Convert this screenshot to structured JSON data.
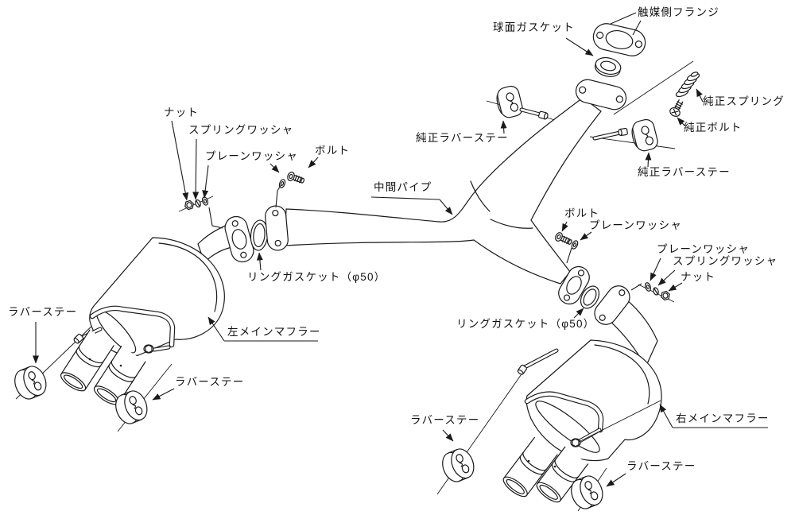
{
  "colors": {
    "line": "#1a1a1a",
    "background": "#ffffff"
  },
  "labels": {
    "spherical_gasket": "球面ガスケット",
    "catalyst_flange": "触媒側フランジ",
    "oem_spring": "純正スプリング",
    "oem_bolt": "純正ボルト",
    "oem_rubber_stay_left": "純正ラバーステー",
    "oem_rubber_stay_right": "純正ラバーステー",
    "nut_left": "ナット",
    "spring_washer_left": "スプリングワッシャ",
    "plain_washer_left": "プレーンワッシャ",
    "bolt_left": "ボルト",
    "mid_pipe": "中間パイプ",
    "ring_gasket_left": "リングガスケット（φ50）",
    "left_main_muffler": "左メインマフラー",
    "rubber_stay_far_left": "ラバーステー",
    "rubber_stay_left_2": "ラバーステー",
    "bolt_right": "ボルト",
    "plain_washer_right_1": "プレーンワッシャ",
    "plain_washer_right_2": "プレーンワッシャ",
    "spring_washer_right": "スプリングワッシャ",
    "nut_right": "ナット",
    "ring_gasket_right": "リングガスケット（φ50）",
    "right_main_muffler": "右メインマフラー",
    "rubber_stay_bottom_mid": "ラバーステー",
    "rubber_stay_bottom_right": "ラバーステー"
  }
}
